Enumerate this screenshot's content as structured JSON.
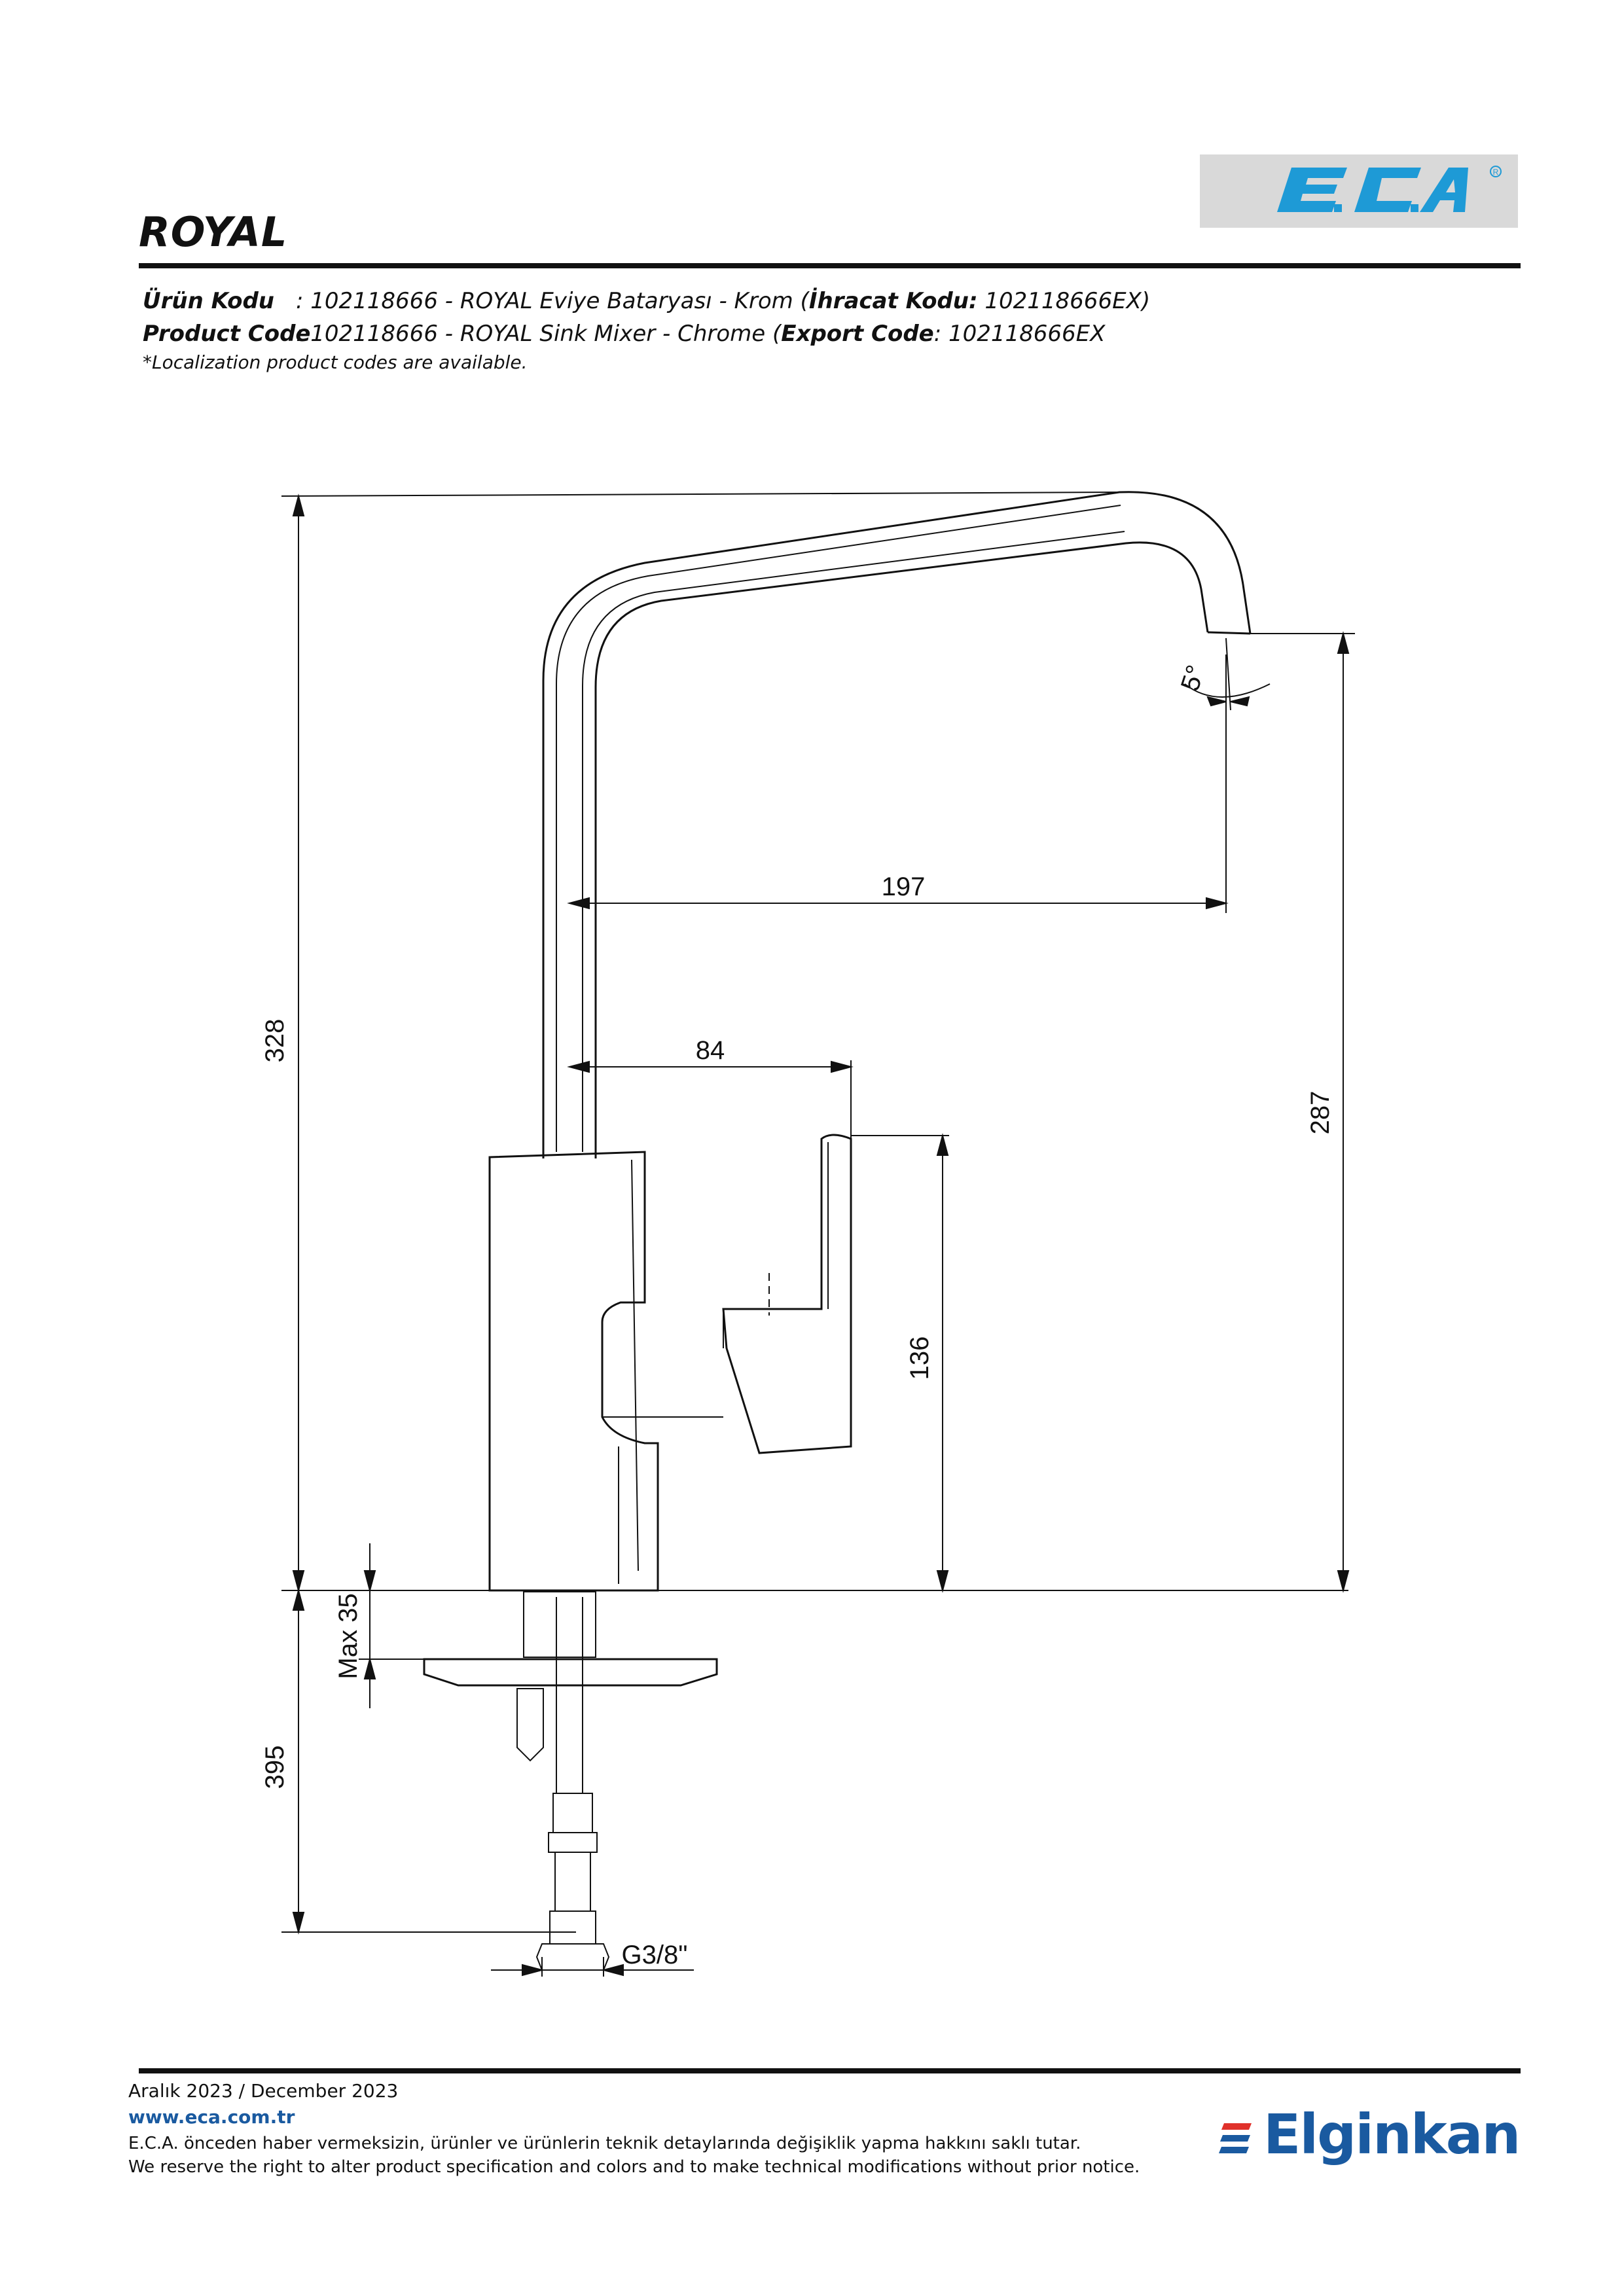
{
  "header": {
    "logo_text": "E.C.A",
    "title": "ROYAL"
  },
  "product": {
    "tr_label": "Ürün Kodu",
    "tr_value_prefix": ": 102118666 - ROYAL Eviye Bataryası - Krom (",
    "tr_export_label": "İhracat Kodu:",
    "tr_export_value": " 102118666EX)",
    "en_label": "Product Code",
    "en_value_prefix": ": 102118666 - ROYAL Sink Mixer - Chrome (",
    "en_export_label": "Export Code",
    "en_export_value": ": 102118666EX",
    "note": "*Localization product codes are available."
  },
  "dimensions": {
    "total_height": "328",
    "spout_reach": "197",
    "body_offset": "84",
    "outlet_height": "287",
    "handle_height": "136",
    "max_thickness": "Max 35",
    "hose_length": "395",
    "thread": "G3/8\"",
    "angle": "5°"
  },
  "footer": {
    "date": "Aralık 2023 / December 2023",
    "url": "www.eca.com.tr",
    "disclaimer_tr": "E.C.A. önceden haber vermeksizin, ürünler ve ürünlerin teknik detaylarında değişiklik yapma hakkını saklı tutar.",
    "disclaimer_en": "We reserve the right to alter product specification and colors and to make technical modifications without prior notice.",
    "brand": "Elginkan"
  },
  "colors": {
    "logo_blue": "#1e9ad6",
    "brand_blue": "#1a5aa0",
    "brand_red": "#e0312b"
  }
}
